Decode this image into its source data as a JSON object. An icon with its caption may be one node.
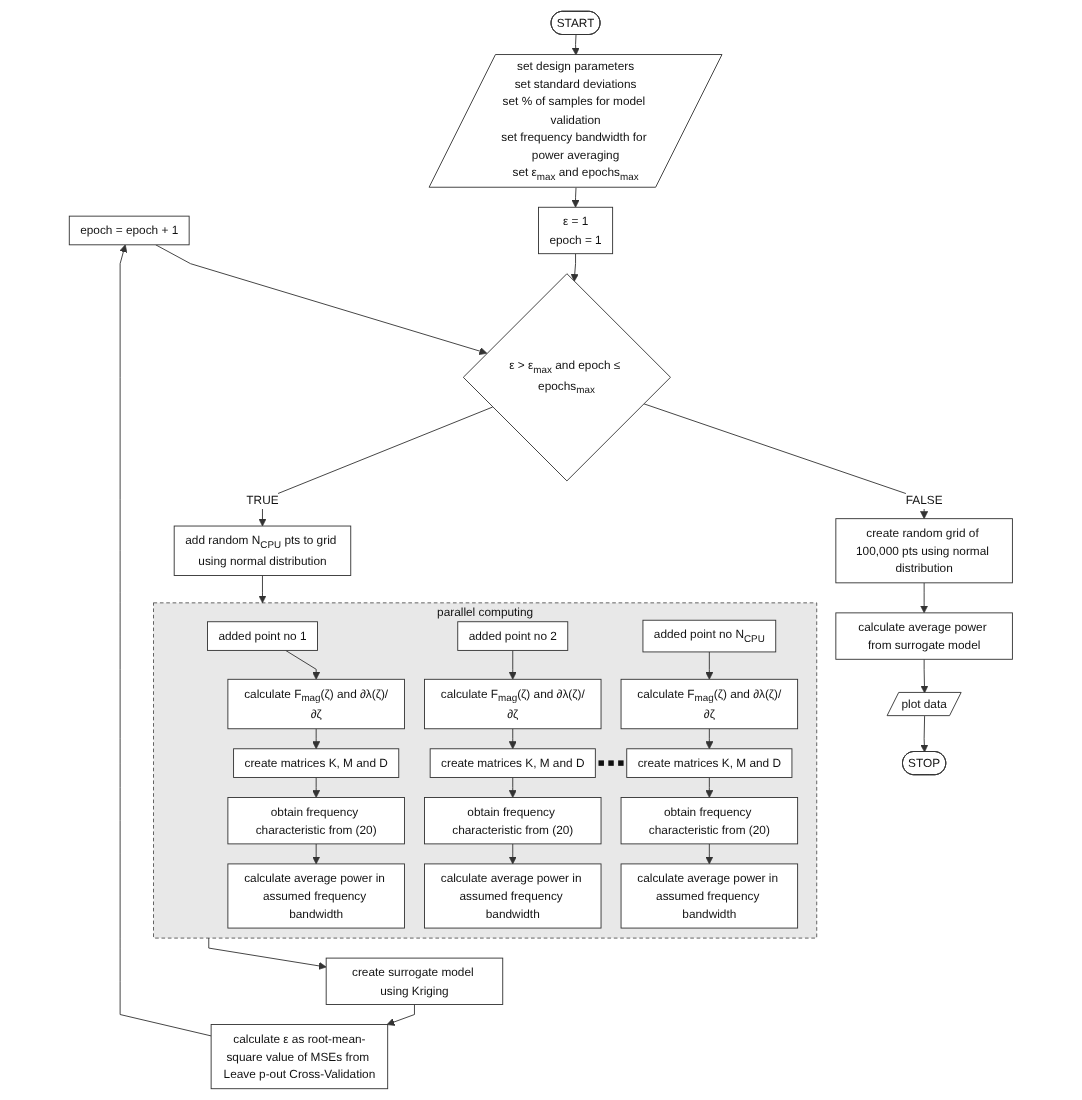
{
  "diagram": {
    "nodes": [
      {
        "text": [
          "START"
        ]
      },
      {
        "text": [
          "set design parameters",
          "set standard deviations",
          "set % of samples for model validation",
          "set frequency bandwidth for power averaging",
          "set ε$_{max}$ and epochs$_{max}$"
        ]
      },
      {
        "text": [
          "ε = 1",
          "epoch = 1"
        ]
      },
      {
        "text": [
          "epoch = epoch + 1"
        ]
      },
      {
        "text": [
          "ε > ε$_{max}$ and epoch ≤ epochs$_{max}$"
        ]
      },
      {
        "text": [
          "create random grid of 100,000 pts using normal distribution"
        ]
      },
      {
        "text": [
          "calculate average power from surrogate model"
        ]
      },
      {
        "text": [
          "plot data"
        ]
      },
      {
        "text": [
          "STOP"
        ]
      },
      {
        "text": [
          "add random N$_{CPU}$ pts to grid using normal distribution"
        ]
      },
      {
        "text": [
          "parallel computing"
        ]
      },
      {
        "text": [
          "added point no 1"
        ],
        "in": 10
      },
      {
        "text": [
          "calculate F$_{mag}$(ζ) and ∂λ(ζ)/∂ζ"
        ],
        "in": 10
      },
      {
        "text": [
          "create matrices K, M and D"
        ],
        "in": 10
      },
      {
        "text": [
          "obtain frequency characteristic from (20)"
        ],
        "in": 10
      },
      {
        "text": [
          "calculate average power in assumed frequency bandwidth"
        ],
        "in": 10
      },
      {
        "text": [
          "added point no 2"
        ],
        "in": 10
      },
      {
        "text": [
          "calculate F$_{mag}$(ζ) and ∂λ(ζ)/∂ζ"
        ],
        "in": 10
      },
      {
        "text": [
          "create matrices K, M and D"
        ],
        "in": 10
      },
      {
        "text": [
          "obtain frequency characteristic from (20)"
        ],
        "in": 10
      },
      {
        "text": [
          "calculate average power in assumed frequency bandwidth"
        ],
        "in": 10
      },
      {
        "text": [
          "added point no N$_{CPU}$"
        ],
        "in": 10
      },
      {
        "text": [
          "calculate F$_{mag}$(ζ) and ∂λ(ζ)/∂ζ"
        ],
        "in": 10
      },
      {
        "text": [
          "create matrices K, M and D"
        ],
        "in": 10
      },
      {
        "text": [
          "obtain frequency characteristic from (20)"
        ],
        "in": 10
      },
      {
        "text": [
          "calculate average power in assumed frequency bandwidth"
        ],
        "in": 10
      },
      {
        "text": [
          "create surrogate model using Kriging"
        ]
      },
      {
        "text": [
          "calculate ε as root-mean-square value of MSEs from Leave p-out Cross-Validation"
        ]
      }
    ],
    "edges": [
      {
        "from": 0,
        "to": 1,
        "arrow": "to"
      },
      {
        "from": 1,
        "to": 2,
        "arrow": "to"
      },
      {
        "from": 2,
        "to": 4,
        "arrow": "to"
      },
      {
        "from": 3,
        "to": 4,
        "arrow": "to"
      },
      {
        "from": 4,
        "to": 5,
        "arrow": "to",
        "label": "FALSE"
      },
      {
        "from": 5,
        "to": 6,
        "arrow": "to"
      },
      {
        "from": 6,
        "to": 7,
        "arrow": "to"
      },
      {
        "from": 7,
        "to": 8,
        "arrow": "to"
      },
      {
        "from": 4,
        "to": 9,
        "arrow": "to",
        "label": "TRUE"
      },
      {
        "from": 9,
        "to": 10,
        "arrow": "to"
      },
      {
        "from": 11,
        "to": 12,
        "arrow": "to"
      },
      {
        "from": 12,
        "to": 13,
        "arrow": "to"
      },
      {
        "from": 13,
        "to": 14,
        "arrow": "to"
      },
      {
        "from": 14,
        "to": 15,
        "arrow": "to"
      },
      {
        "from": 16,
        "to": 17,
        "arrow": "to"
      },
      {
        "from": 17,
        "to": 18,
        "arrow": "to"
      },
      {
        "from": 18,
        "to": 19,
        "arrow": "to"
      },
      {
        "from": 19,
        "to": 20,
        "arrow": "to"
      },
      {
        "from": 21,
        "to": 22,
        "arrow": "to"
      },
      {
        "from": 22,
        "to": 23,
        "arrow": "to"
      },
      {
        "from": 23,
        "to": 24,
        "arrow": "to"
      },
      {
        "from": 24,
        "to": 25,
        "arrow": "to"
      },
      {
        "from": 10,
        "to": 26,
        "arrow": "to"
      },
      {
        "from": 26,
        "to": 27,
        "arrow": "to"
      },
      {
        "from": 27,
        "to": 3,
        "arrow": "to"
      }
    ]
  }
}
